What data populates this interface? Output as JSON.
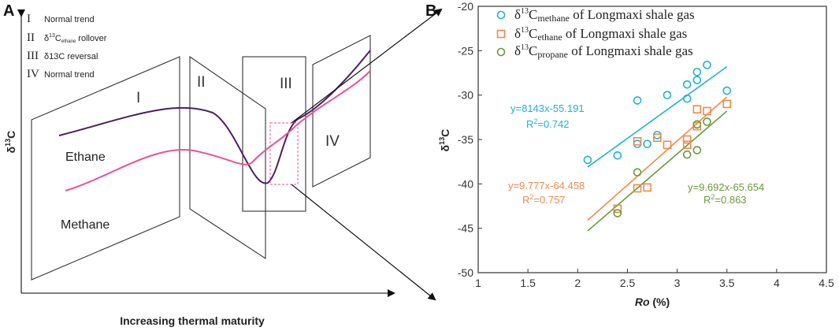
{
  "panel_a": {
    "letter": "A",
    "legend": [
      {
        "num": "I",
        "text": "Normal trend"
      },
      {
        "num": "II",
        "text_pre": "δ",
        "sup": "13",
        "text_mid": "C",
        "sub": "ethane",
        "text_post": " rollover"
      },
      {
        "num": "III",
        "text": "δ13C   reversal"
      },
      {
        "num": "IV",
        "text": "Normal trend"
      }
    ],
    "region_labels": [
      "I",
      "II",
      "III",
      "IV"
    ],
    "curve_labels": {
      "ethane": "Ethane",
      "methane": "Methane"
    },
    "ylabel": "δ13C",
    "xlabel": "Increasing thermal maturity",
    "colors": {
      "ethane": "#4b1f5e",
      "methane": "#e8529b",
      "box": "#e8529b"
    }
  },
  "panel_b": {
    "letter": "B",
    "legend": [
      {
        "pre": "δ",
        "sup": "13",
        "mid": "C",
        "sub": "methane",
        "post": " of Longmaxi shale gas",
        "color": "#1fb3d2",
        "marker": "circle"
      },
      {
        "pre": "δ",
        "sup": "13",
        "mid": "C",
        "sub": "ethane",
        "post": " of Longmaxi shale gas",
        "color": "#f08a4b",
        "marker": "square"
      },
      {
        "pre": "δ",
        "sup": "13",
        "mid": "C",
        "sub": "propane",
        "post": " of Longmaxi shale gas",
        "color": "#6a9a3a",
        "marker": "circle"
      }
    ],
    "equations": [
      {
        "eq": "y=8143x-55.191",
        "r2": "R",
        "r2_sup": "2",
        "r2_val": "=0.742",
        "color": "#1fb3d2"
      },
      {
        "eq": "y=9.777x-64.458",
        "r2": "R",
        "r2_sup": "2",
        "r2_val": "=0.757",
        "color": "#f08a4b"
      },
      {
        "eq": "y=9.692x-65.654",
        "r2": "R",
        "r2_sup": "2",
        "r2_val": "=0.863",
        "color": "#6a9a3a"
      }
    ]
  },
  "chart_data": {
    "type": "scatter",
    "xlabel": "Ro (%)",
    "ylabel": "δ13C",
    "xlim": [
      1,
      4.5
    ],
    "ylim": [
      -50,
      -20
    ],
    "xticks": [
      "1",
      "1.5",
      "2",
      "2.5",
      "3",
      "3.5",
      "4",
      "4.5"
    ],
    "yticks": [
      "-20",
      "-25",
      "-30",
      "-35",
      "-40",
      "-45",
      "-50"
    ],
    "series": [
      {
        "name": "δ13Cmethane of Longmaxi shale gas",
        "color": "#1fb3d2",
        "marker": "circle",
        "points": [
          [
            2.1,
            -37.3
          ],
          [
            2.4,
            -36.8
          ],
          [
            2.6,
            -35.5
          ],
          [
            2.7,
            -35.5
          ],
          [
            2.8,
            -34.5
          ],
          [
            2.6,
            -30.6
          ],
          [
            2.9,
            -30.0
          ],
          [
            3.1,
            -30.4
          ],
          [
            3.1,
            -28.8
          ],
          [
            3.2,
            -28.3
          ],
          [
            3.2,
            -27.4
          ],
          [
            3.3,
            -26.6
          ],
          [
            3.5,
            -29.5
          ]
        ],
        "fit": {
          "x": [
            2.1,
            3.5
          ],
          "y": [
            -38.1,
            -26.8
          ]
        }
      },
      {
        "name": "δ13Cethane of Longmaxi shale gas",
        "color": "#f08a4b",
        "marker": "square",
        "points": [
          [
            2.4,
            -42.8
          ],
          [
            2.6,
            -40.5
          ],
          [
            2.7,
            -40.4
          ],
          [
            2.6,
            -35.2
          ],
          [
            2.8,
            -34.8
          ],
          [
            2.9,
            -35.6
          ],
          [
            3.1,
            -35.6
          ],
          [
            3.1,
            -35.0
          ],
          [
            3.2,
            -33.5
          ],
          [
            3.2,
            -31.6
          ],
          [
            3.3,
            -31.8
          ],
          [
            3.5,
            -31.0
          ]
        ],
        "fit": {
          "x": [
            2.1,
            3.5
          ],
          "y": [
            -44.1,
            -30.2
          ]
        }
      },
      {
        "name": "δ13Cpropane of Longmaxi shale gas",
        "color": "#6a9a3a",
        "marker": "circle",
        "points": [
          [
            2.4,
            -43.3
          ],
          [
            2.6,
            -38.7
          ],
          [
            3.1,
            -36.7
          ],
          [
            3.2,
            -36.2
          ],
          [
            3.2,
            -33.3
          ],
          [
            3.3,
            -33.0
          ]
        ],
        "fit": {
          "x": [
            2.1,
            3.5
          ],
          "y": [
            -45.3,
            -31.8
          ]
        }
      }
    ]
  }
}
